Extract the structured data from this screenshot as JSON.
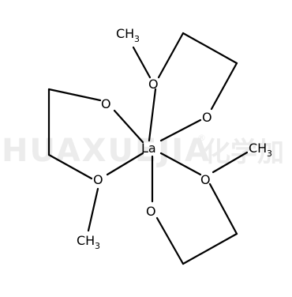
{
  "watermark": {
    "latin": "HUAXUEJIA",
    "registered": "®",
    "chinese": "化学加"
  },
  "center_atom": "La",
  "atoms": {
    "o_top": "O",
    "o_right": "O",
    "o_left_upper": "O",
    "o_left_lower": "O",
    "o_right_lower": "O",
    "o_bottom": "O"
  },
  "methyls": {
    "top": {
      "main": "CH",
      "sub": "3"
    },
    "right": {
      "main": "CH",
      "sub": "3"
    },
    "bottom_left": {
      "main": "CH",
      "sub": "3"
    }
  },
  "colors": {
    "bond": "#000000",
    "text": "#000000",
    "watermark": "#ececec",
    "background": "#ffffff"
  }
}
